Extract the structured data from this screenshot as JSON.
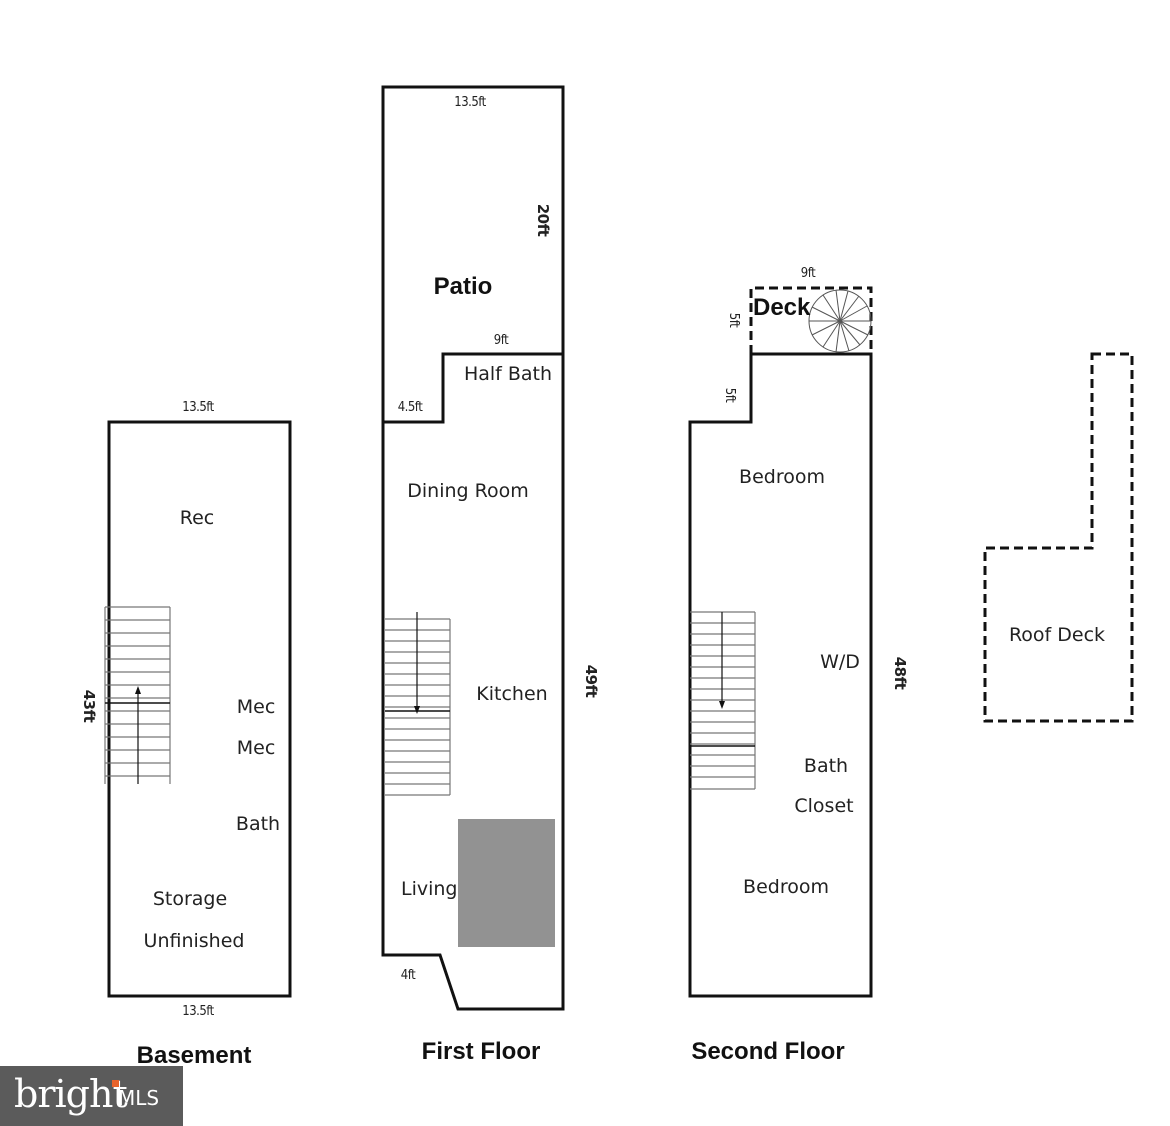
{
  "floors": {
    "basement": {
      "title": "Basement",
      "top_width": "13.5ft",
      "bottom_width": "13.5ft",
      "length": "43ft",
      "rooms": {
        "rec": "Rec",
        "mec1": "Mec",
        "mec2": "Mec",
        "bath": "Bath",
        "storage": "Storage",
        "unfinished": "Unfinished"
      }
    },
    "first": {
      "title": "First Floor",
      "patio_width": "13.5ft",
      "patio_length": "20ft",
      "halfbath_width": "9ft",
      "step_width": "4.5ft",
      "bay_width": "4ft",
      "length": "49ft",
      "rooms": {
        "patio": "Patio",
        "half_bath": "Half Bath",
        "dining": "Dining Room",
        "kitchen": "Kitchen",
        "living": "Living"
      }
    },
    "second": {
      "title": "Second Floor",
      "deck_width": "9ft",
      "deck_depth": "5ft",
      "step_depth": "5ft",
      "length": "48ft",
      "rooms": {
        "deck": "Deck",
        "bedroom1": "Bedroom",
        "wd": "W/D",
        "bath": "Bath",
        "closet": "Closet",
        "bedroom2": "Bedroom"
      }
    },
    "roof": {
      "rooms": {
        "roof_deck": "Roof Deck"
      }
    }
  },
  "logo": {
    "brand": "bright",
    "suffix": "MLS",
    "accent_color": "#e8642c"
  }
}
